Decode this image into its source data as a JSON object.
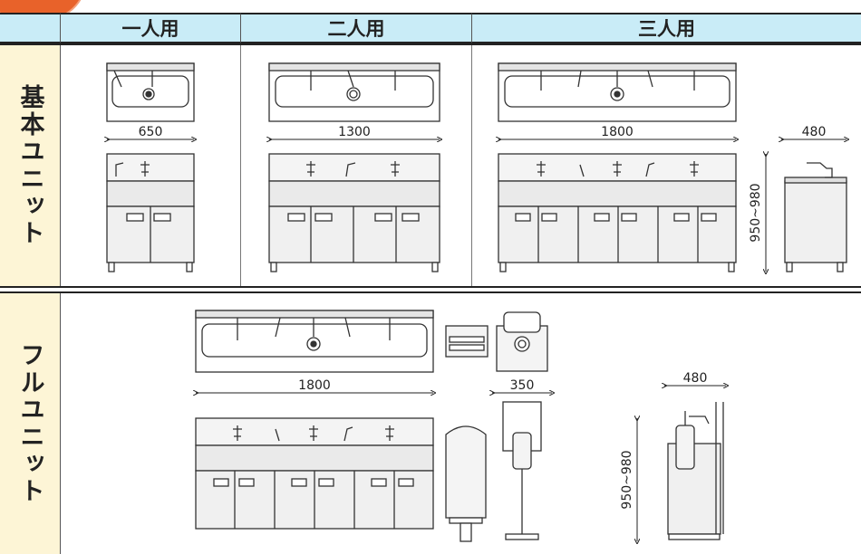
{
  "header": {
    "col1": "一人用",
    "col2": "二人用",
    "col3": "三人用"
  },
  "sections": {
    "basic": "基本ユニット",
    "full": "フルユニット"
  },
  "dimensions": {
    "w650": "650",
    "w1300": "1300",
    "w1800": "1800",
    "w480": "480",
    "h950_980": "950~980",
    "full_w1800": "1800",
    "full_w350": "350",
    "full_w480": "480",
    "full_h950_980": "950~980"
  },
  "colors": {
    "header_bg": "#c9ecf7",
    "side_bg": "#fdf5d6",
    "badge": "#e8622a"
  }
}
